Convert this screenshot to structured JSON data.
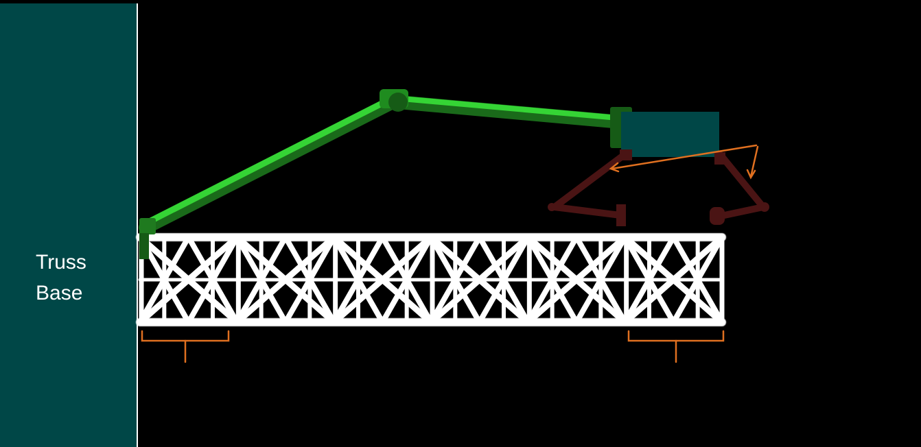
{
  "base": {
    "label_line1": "Truss",
    "label_line2": "Base"
  },
  "colors": {
    "background": "#000000",
    "base_panel": "#004747",
    "arm": "#2dbf2d",
    "arm_joint": "#165b16",
    "end_effector": "#004747",
    "legs": "#4a1414",
    "truss": "#ffffff",
    "annotation": "#e07020"
  },
  "components": {
    "truss_bays": 6,
    "arm_segments": 2,
    "walker_legs": 2
  }
}
